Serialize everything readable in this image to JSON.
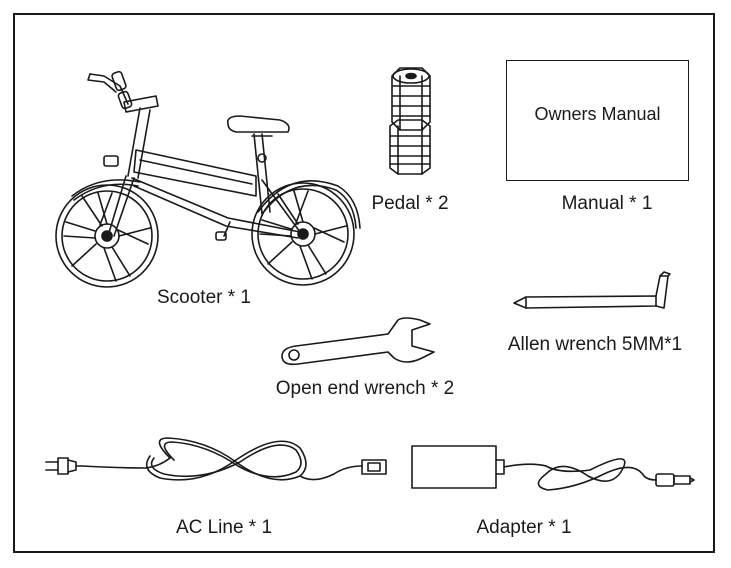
{
  "items": {
    "scooter": {
      "label": "Scooter * 1"
    },
    "pedal": {
      "label": "Pedal * 2"
    },
    "manual": {
      "label": "Manual * 1",
      "cover_text": "Owners Manual"
    },
    "open_end_wrench": {
      "label": "Open end wrench * 2"
    },
    "allen_wrench": {
      "label": "Allen wrench 5MM*1"
    },
    "ac_line": {
      "label": "AC Line * 1"
    },
    "adapter": {
      "label": "Adapter * 1"
    }
  },
  "colors": {
    "line": "#1a1a1a",
    "fill_gray": "#c8c8c8",
    "background": "#ffffff"
  }
}
